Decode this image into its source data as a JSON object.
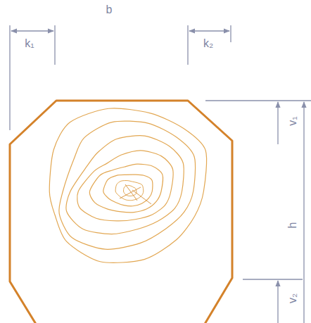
{
  "diagram": {
    "labels": [
      "b",
      "k₁",
      "k₂",
      "v₁",
      "h",
      "v₂"
    ]
  }
}
